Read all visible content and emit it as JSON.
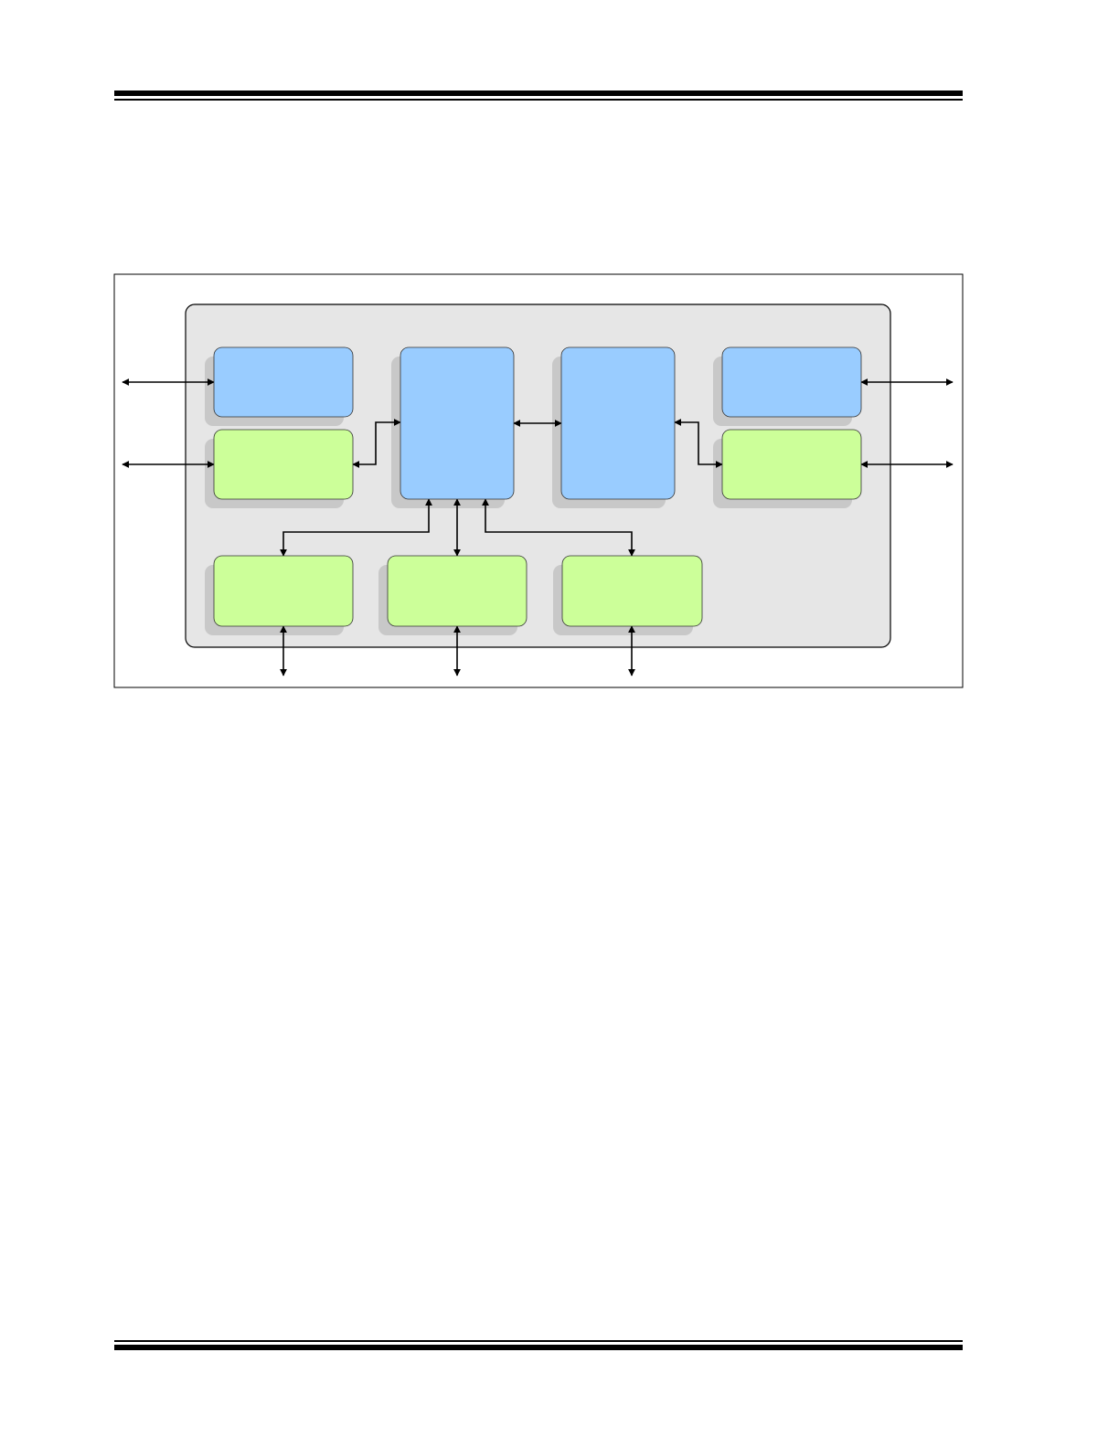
{
  "colors": {
    "page_background": "#ffffff",
    "rule": "#000000",
    "frame_border": "#000000",
    "panel_fill": "#e6e6e6",
    "panel_border": "#000000",
    "block_blue": "#99ccff",
    "block_green": "#ccff99",
    "block_shadow": "#c8c8c8",
    "block_border": "#333333",
    "arrow": "#000000"
  },
  "diagram": {
    "blocks": [
      {
        "id": "top-left-block",
        "color": "blue",
        "text": ""
      },
      {
        "id": "mid-left-block",
        "color": "green",
        "text": ""
      },
      {
        "id": "center-left-block",
        "color": "blue",
        "text": ""
      },
      {
        "id": "center-right-block",
        "color": "blue",
        "text": ""
      },
      {
        "id": "top-right-block",
        "color": "blue",
        "text": ""
      },
      {
        "id": "mid-right-block",
        "color": "green",
        "text": ""
      },
      {
        "id": "bottom-left-block",
        "color": "green",
        "text": ""
      },
      {
        "id": "bottom-center-block",
        "color": "green",
        "text": ""
      },
      {
        "id": "bottom-right-block",
        "color": "green",
        "text": ""
      }
    ],
    "connections": [
      {
        "from": "external-left-top",
        "to": "top-left-block",
        "bidirectional": true
      },
      {
        "from": "external-left-mid",
        "to": "mid-left-block",
        "bidirectional": true
      },
      {
        "from": "mid-left-block",
        "to": "center-left-block",
        "bidirectional": true
      },
      {
        "from": "center-left-block",
        "to": "center-right-block",
        "bidirectional": true
      },
      {
        "from": "center-right-block",
        "to": "mid-right-block",
        "bidirectional": true
      },
      {
        "from": "top-right-block",
        "to": "external-right-top",
        "bidirectional": true
      },
      {
        "from": "mid-right-block",
        "to": "external-right-mid",
        "bidirectional": true
      },
      {
        "from": "center-left-block",
        "to": "bottom-left-block",
        "bidirectional": true
      },
      {
        "from": "center-left-block",
        "to": "bottom-center-block",
        "bidirectional": true
      },
      {
        "from": "center-left-block",
        "to": "bottom-right-block",
        "bidirectional": true
      },
      {
        "from": "bottom-left-block",
        "to": "external-bottom-left",
        "bidirectional": true
      },
      {
        "from": "bottom-center-block",
        "to": "external-bottom-center",
        "bidirectional": true
      },
      {
        "from": "bottom-right-block",
        "to": "external-bottom-right",
        "bidirectional": true
      }
    ]
  }
}
